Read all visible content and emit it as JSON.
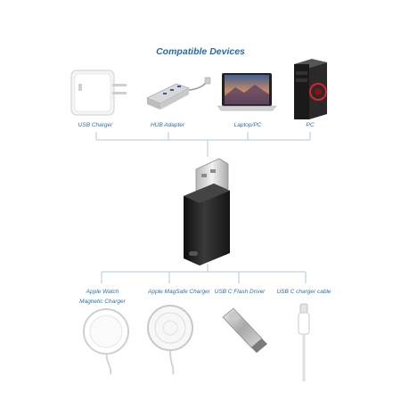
{
  "header": {
    "title": "Compatible Devices"
  },
  "top_devices": [
    {
      "label": "USB Charger",
      "icon": "usb-charger-icon"
    },
    {
      "label": "HUB Adapter",
      "icon": "usb-hub-icon"
    },
    {
      "label": "Laptop/PC",
      "icon": "laptop-icon"
    },
    {
      "label": "PC",
      "icon": "desktop-pc-icon"
    }
  ],
  "center_product": {
    "icon": "usb-a-to-usb-c-adapter-icon"
  },
  "bottom_devices": [
    {
      "label_line1": "Apple Watch",
      "label_line2": "Magnetic Charger",
      "icon": "apple-watch-charger-icon"
    },
    {
      "label": "Apple MagSafe Charger",
      "icon": "magsafe-charger-icon"
    },
    {
      "label": "USB C Flash Driver",
      "icon": "usb-c-flash-drive-icon"
    },
    {
      "label": "USB C charger cable",
      "icon": "usb-c-cable-icon"
    }
  ],
  "colors": {
    "accent": "#2f6fa8",
    "line": "#b7c7d6",
    "adapter": "#1f1f1f",
    "pc_red": "#d8232a"
  }
}
